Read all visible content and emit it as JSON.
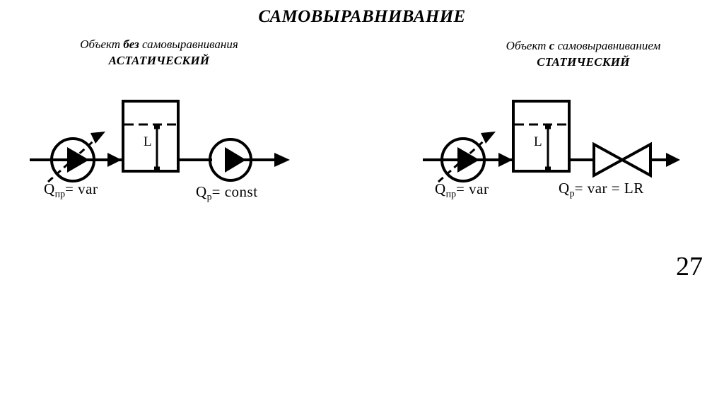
{
  "slide": {
    "title": "САМОВЫРАВНИВАНИЕ",
    "page_number": "27",
    "background_color": "#ffffff",
    "line_color": "#000000"
  },
  "left_panel": {
    "subtitle_prefix": "Объект ",
    "subtitle_emphasis": "без",
    "subtitle_suffix": " самовыравнивания",
    "subtitle_type": "АСТАТИЧЕСКИЙ",
    "inlet_pump": {
      "symbol": "adjustable-pump",
      "label_main": "Q",
      "label_sub": "пр",
      "label_rest": "= var"
    },
    "tank": {
      "symbol": "tank-with-level",
      "level_label": "L"
    },
    "outlet_device": {
      "symbol": "fixed-pump",
      "label_main": "Q",
      "label_sub": "р",
      "label_rest": "= const"
    }
  },
  "right_panel": {
    "subtitle_prefix": "Объект ",
    "subtitle_emphasis": "с",
    "subtitle_suffix": " самовыравниванием",
    "subtitle_type": "СТАТИЧЕСКИЙ",
    "inlet_pump": {
      "symbol": "adjustable-pump",
      "label_main": "Q",
      "label_sub": "пр",
      "label_rest": "= var"
    },
    "tank": {
      "symbol": "tank-with-level",
      "level_label": "L"
    },
    "outlet_device": {
      "symbol": "control-valve",
      "label_main": "Q",
      "label_sub": "р",
      "label_rest": "= var = LR"
    }
  }
}
